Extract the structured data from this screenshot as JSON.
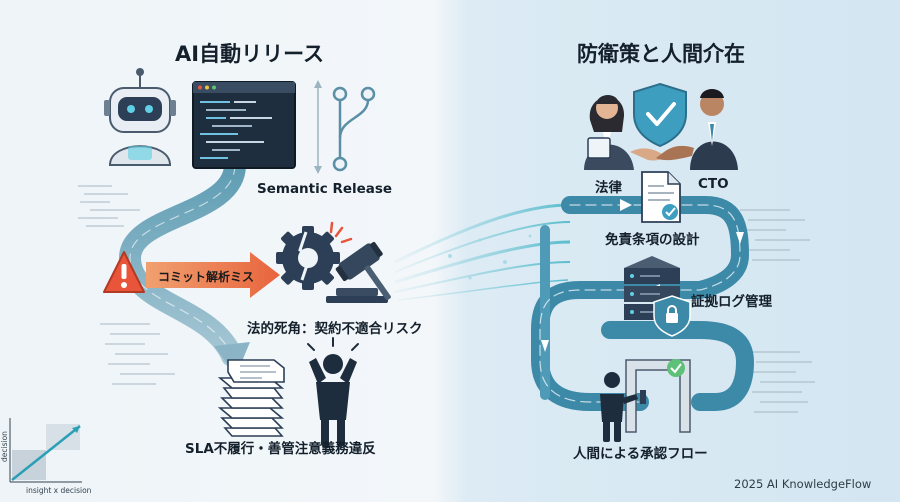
{
  "left_title": "AI自動リリース",
  "right_title": "防衛策と人間介在",
  "semantic_release": "Semantic Release",
  "commit_error": "コミット解析ミス",
  "legal_blindspot": "法的死角：契約不適合リスク",
  "sla_violation": "SLA不履行・善管注意義務違反",
  "legal_role": "法律",
  "cto_role": "CTO",
  "disclaimer": "免責条項の設計",
  "evidence": "証拠ログ管理",
  "approval": "人間による承認フロー",
  "logo_axis_y": "decision",
  "logo_axis_x": "insight x decision",
  "credit": "2025 AI KnowledgeFlow",
  "colors": {
    "alert": "#e8553a",
    "accent": "#2b9fb5",
    "dark": "#2c3f57",
    "teal": "#4bb8c8"
  }
}
